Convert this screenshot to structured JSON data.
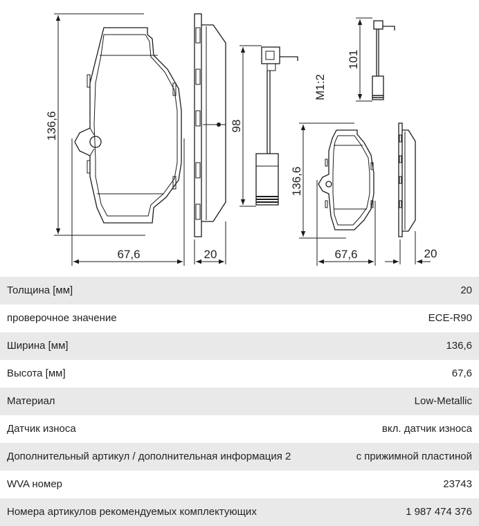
{
  "drawing": {
    "big_pad": {
      "height_label": "136,6",
      "width_label": "67,6"
    },
    "big_side": {
      "thickness_label": "20"
    },
    "sensor_big": {
      "length_label": "98"
    },
    "scale_label": "M1:2",
    "sensor_small": {
      "length_label": "101"
    },
    "small_pad": {
      "height_label": "136,6",
      "width_label": "67,6"
    },
    "small_side": {
      "thickness_label": "20"
    }
  },
  "specs": [
    {
      "label": "Толщина [мм]",
      "value": "20"
    },
    {
      "label": "проверочное значение",
      "value": "ECE-R90"
    },
    {
      "label": "Ширина [мм]",
      "value": "136,6"
    },
    {
      "label": "Высота [мм]",
      "value": "67,6"
    },
    {
      "label": "Материал",
      "value": "Low-Metallic"
    },
    {
      "label": "Датчик износа",
      "value": "вкл. датчик износа"
    },
    {
      "label": "Дополнительный артикул / дополнительная информация 2",
      "value": "с прижимной пластиной"
    },
    {
      "label": "WVA номер",
      "value": "23743"
    },
    {
      "label": "Номера артикулов рекомендуемых комплектующих",
      "value": "1 987 474 376"
    }
  ]
}
